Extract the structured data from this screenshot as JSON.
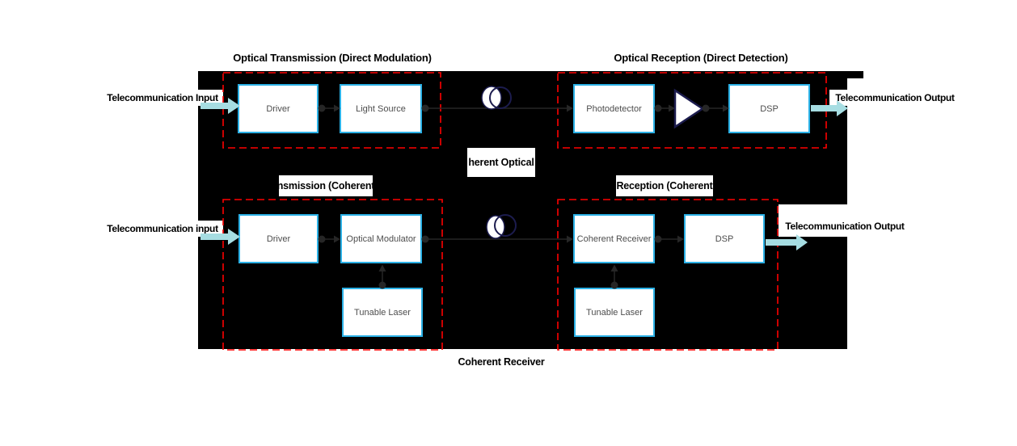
{
  "titles": {
    "transmission_direct": "Optical Transmission (Direct Modulation)",
    "reception_direct": "Optical Reception (Direct Detection)",
    "transmission_coherent_clipped": "nsmission (Coherent",
    "reception_coherent_clipped": "Reception (Coherent",
    "coherent_optical_clipped": "herent Optical",
    "coherent_receiver_caption": "Coherent Receiver"
  },
  "io": {
    "input_top": "Telecommunication Input",
    "output_top": "Telecommunication Output",
    "input_bottom": "Telecommunication input",
    "output_bottom": "Telecommunication Output"
  },
  "blocks": {
    "driver_top": "Driver",
    "light_source": "Light Source",
    "photodetector": "Photodetector",
    "dsp_top": "DSP",
    "driver_bottom": "Driver",
    "optical_modulator": "Optical Modulator",
    "tunable_laser_left": "Tunable Laser",
    "coherent_receiver": "Coherent Receiver",
    "dsp_bottom": "DSP",
    "tunable_laser_right": "Tunable Laser"
  },
  "icons": {
    "fiber_lens": "overlapping-circles fiber/lens coupler symbol",
    "amplifier": "right-pointing white triangle amplifier symbol",
    "io_arrow": "thick teal block arrow",
    "wire_dot": "filled connection dot",
    "wire_arrowhead": "small filled arrowhead"
  },
  "colors": {
    "panel_black": "#000000",
    "box_border_blue": "#2bb1e6",
    "dashed_red": "#ff0000",
    "arrow_teal": "#a6dde2",
    "wire_dark": "#262626",
    "lens_navy": "#1c1c4e",
    "box_text_gray": "#4d4d4d",
    "label_black": "#000000"
  }
}
